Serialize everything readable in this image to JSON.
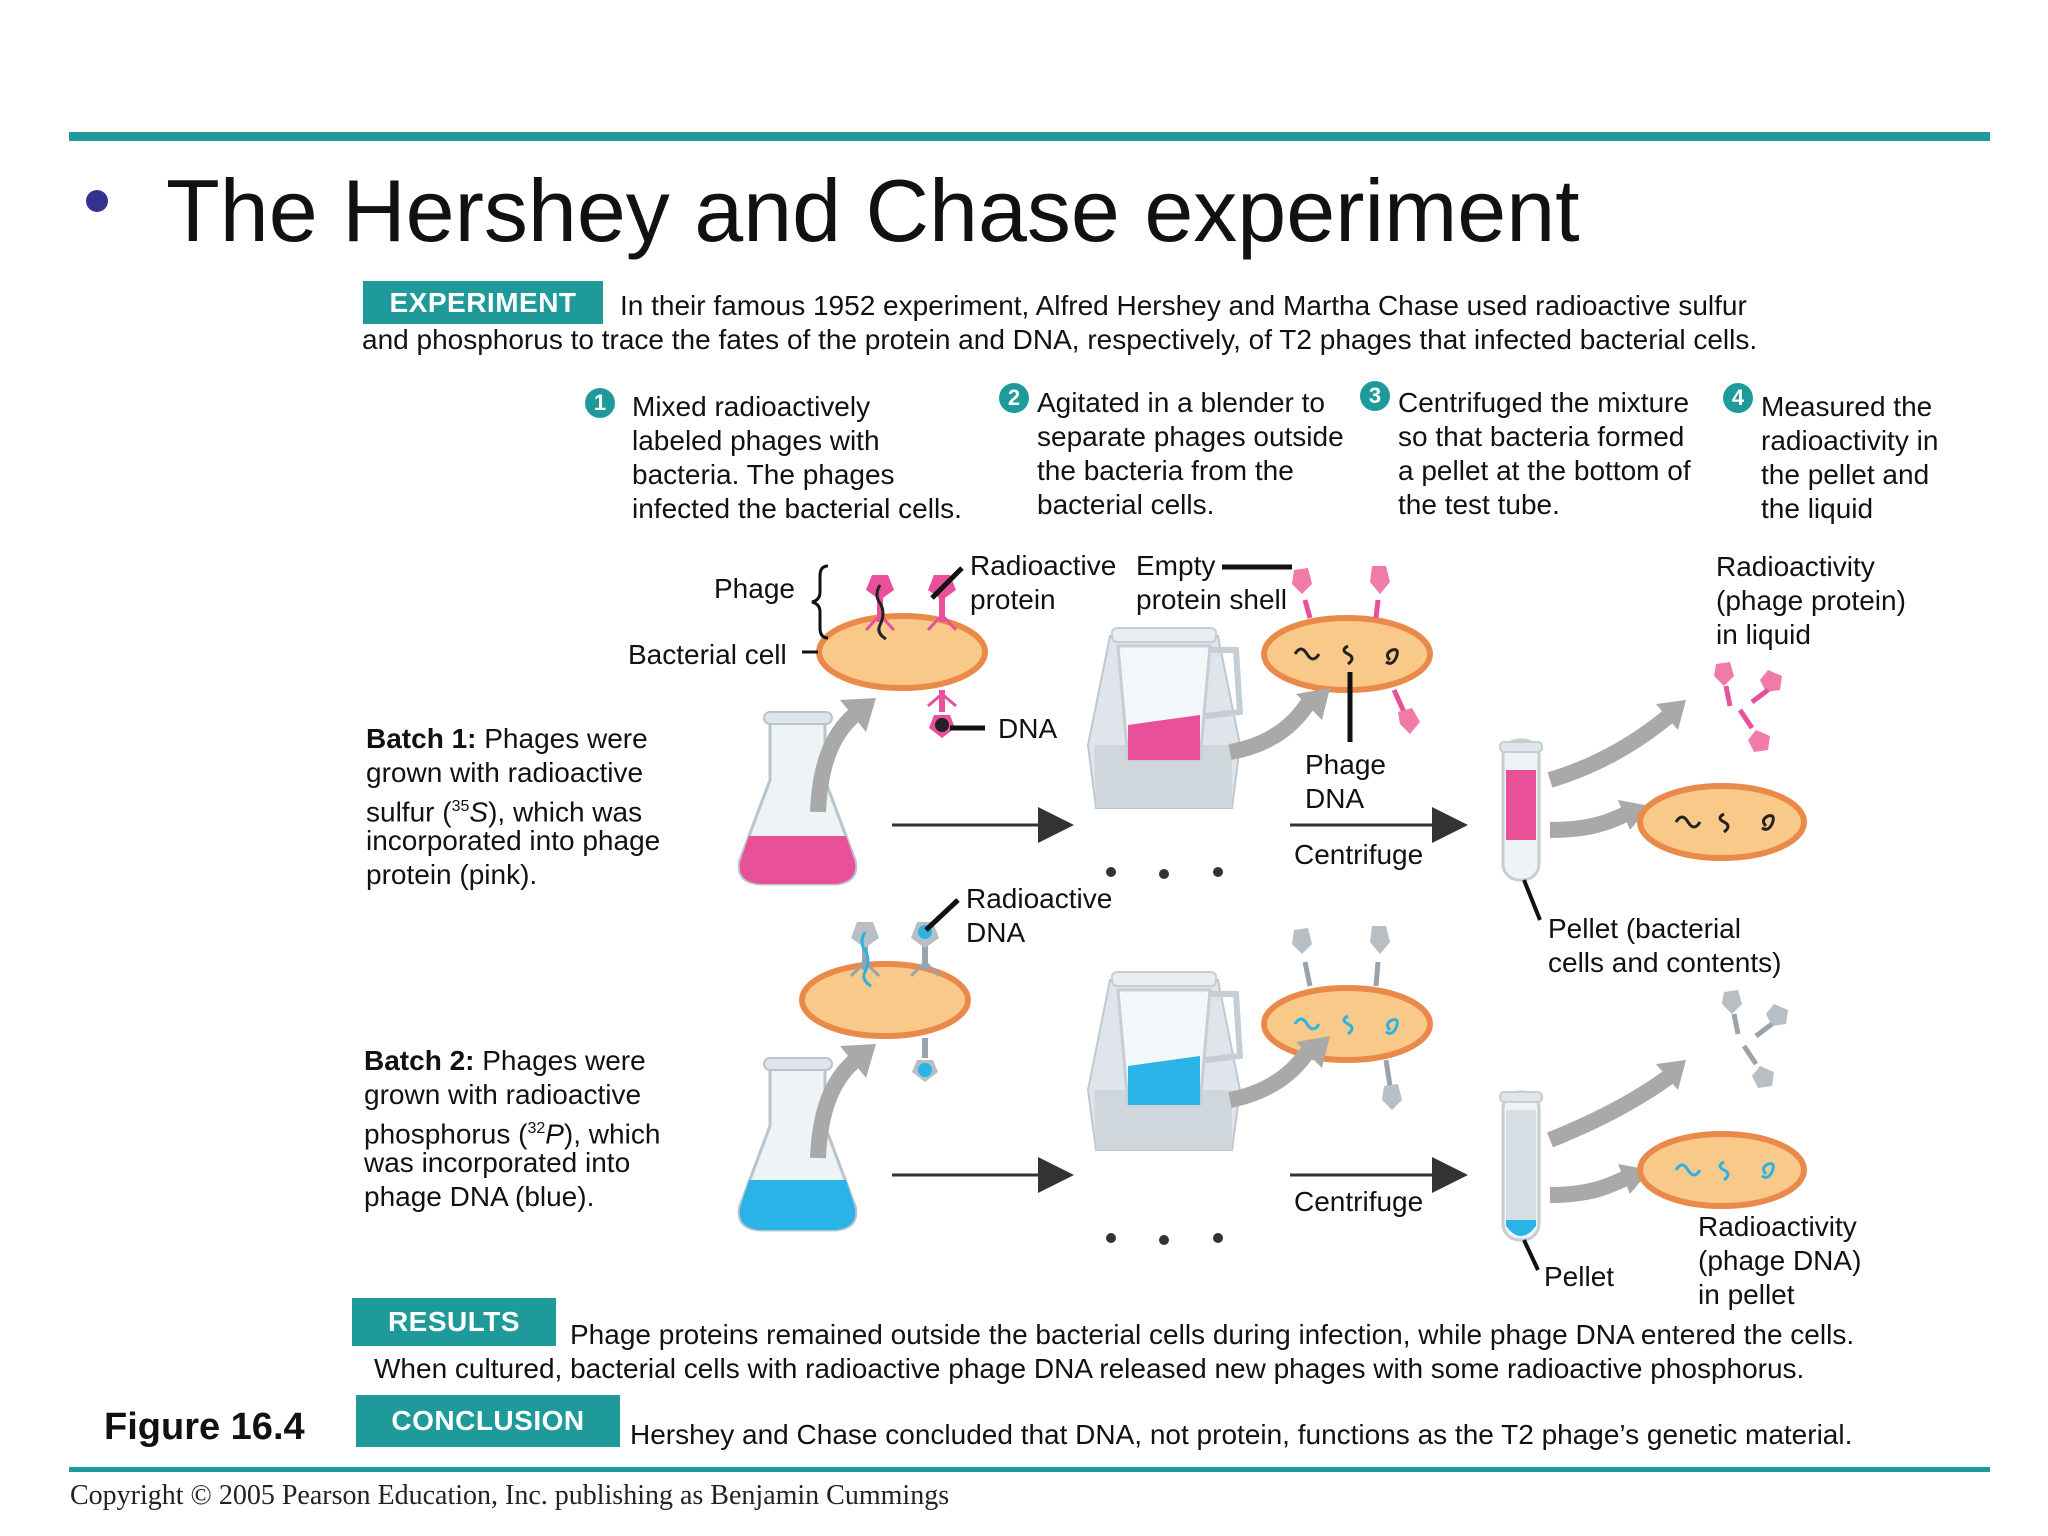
{
  "slide": {
    "bullet": "•",
    "title": "The Hershey and Chase experiment",
    "figure_label": "Figure 16.4",
    "copyright": "Copyright © 2005 Pearson Education, Inc. publishing as Benjamin Cummings"
  },
  "experiment": {
    "tag": "EXPERIMENT",
    "line1": "In their famous 1952 experiment, Alfred Hershey and Martha Chase used radioactive sulfur",
    "line2": "and phosphorus to trace the fates of the protein and DNA, respectively, of T2 phages that infected bacterial cells."
  },
  "steps": [
    {
      "num": "1",
      "lines": [
        "Mixed radioactively",
        "labeled phages with",
        "bacteria. The phages",
        "infected the bacterial cells."
      ]
    },
    {
      "num": "2",
      "lines": [
        "Agitated in a blender to",
        "separate phages outside",
        "the bacteria from the",
        "bacterial cells."
      ]
    },
    {
      "num": "3",
      "lines": [
        "Centrifuged the mixture",
        "so that bacteria formed",
        "a pellet at the bottom of",
        "the test tube."
      ]
    },
    {
      "num": "4",
      "lines": [
        "Measured the",
        "radioactivity in",
        "the pellet and",
        "the liquid"
      ]
    }
  ],
  "batch1": {
    "heading": "Batch 1:",
    "line1_rest": " Phages were",
    "line2": "grown with radioactive",
    "line3_pre": "sulfur (",
    "iso_mass": "35",
    "iso_sym": "S",
    "line3_post": "), which was",
    "line4": "incorporated into phage",
    "line5": "protein (pink)."
  },
  "batch2": {
    "heading": "Batch 2:",
    "line1_rest": " Phages were",
    "line2": "grown with radioactive",
    "line3_pre": "phosphorus (",
    "iso_mass": "32",
    "iso_sym": "P",
    "line3_post": "), which",
    "line4": "was incorporated into",
    "line5": "phage DNA (blue)."
  },
  "labels": {
    "phage": "Phage",
    "bacterial_cell": "Bacterial cell",
    "radioactive_protein": [
      "Radioactive",
      "protein"
    ],
    "empty_protein_shell": [
      "Empty",
      "protein shell"
    ],
    "dna": "DNA",
    "phage_dna": [
      "Phage",
      "DNA"
    ],
    "centrifuge_1": "Centrifuge",
    "centrifuge_2": "Centrifuge",
    "radioactivity_liquid": [
      "Radioactivity",
      "(phage protein)",
      "in liquid"
    ],
    "pellet_bacterial": [
      "Pellet (bacterial",
      "cells and contents)"
    ],
    "radioactive_dna": [
      "Radioactive",
      "DNA"
    ],
    "pellet": "Pellet",
    "radioactivity_pellet": [
      "Radioactivity",
      "(phage DNA)",
      "in pellet"
    ]
  },
  "results": {
    "tag": "RESULTS",
    "line1": "Phage proteins remained outside the bacterial cells during infection, while phage DNA entered the cells.",
    "line2": "When cultured, bacterial cells with radioactive phage DNA released new phages with some radioactive phosphorus."
  },
  "conclusion": {
    "tag": "CONCLUSION",
    "text": "Hershey and Chase concluded that DNA, not protein, functions as the T2 phage’s genetic material."
  },
  "colors": {
    "teal": "#1f9a9a",
    "pink": "#e8509a",
    "blue": "#2ab3e6",
    "cell_fill": "#f9c98a",
    "cell_edge": "#e98a4a",
    "bullet": "#33338f"
  }
}
